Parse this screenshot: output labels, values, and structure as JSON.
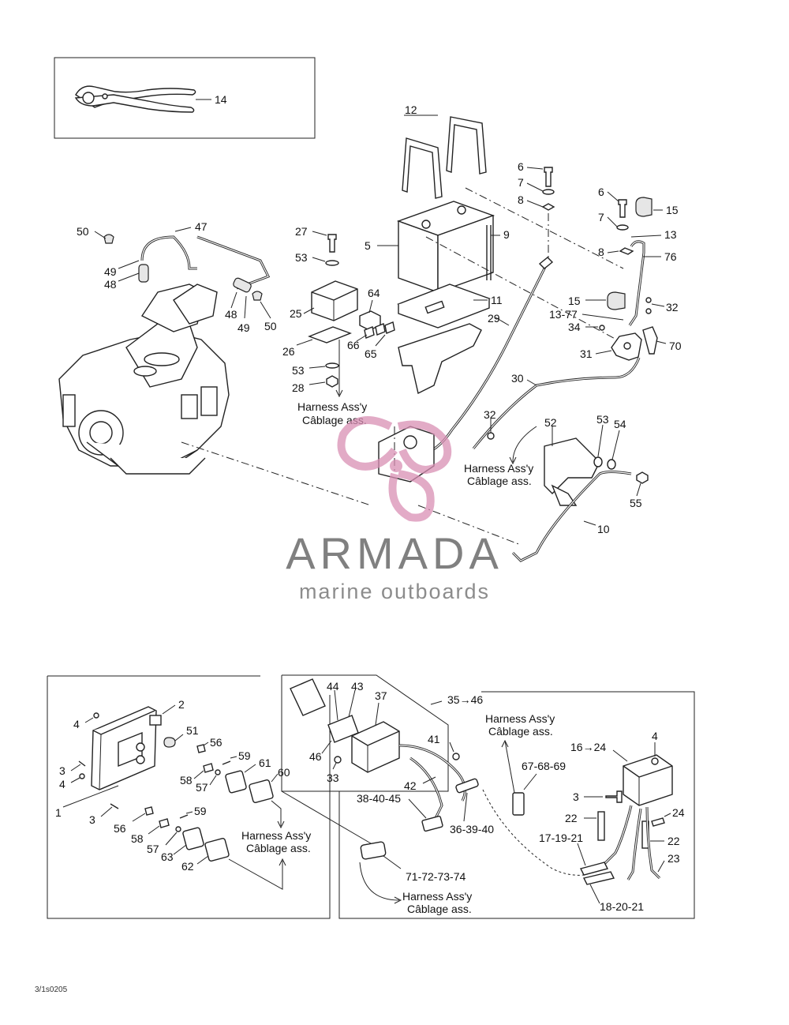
{
  "brand": {
    "name": "ARMADA",
    "tagline": "marine outboards",
    "logo_color": "#d98fb4"
  },
  "drawing_number": "3/1s0205",
  "notes": {
    "harness_en": "Harness Ass'y",
    "harness_fr": "Câblage ass."
  },
  "callouts": {
    "c14": "14",
    "c12": "12",
    "c6a": "6",
    "c7a": "7",
    "c8a": "8",
    "c6b": "6",
    "c7b": "7",
    "c15a": "15",
    "c13": "13",
    "c8b": "8",
    "c76": "76",
    "c5": "5",
    "c9": "9",
    "c50a": "50",
    "c47": "47",
    "c27": "27",
    "c53a": "53",
    "c49a": "49",
    "c48a": "48",
    "c64": "64",
    "c11": "11",
    "c25": "25",
    "c48b": "48",
    "c49b": "49",
    "c50b": "50",
    "c29": "29",
    "c15b": "15",
    "c1377": "13-77",
    "c32a": "32",
    "c34": "34",
    "c31": "31",
    "c70": "70",
    "c66": "66",
    "c26": "26",
    "c65": "65",
    "c53b": "53",
    "c28": "28",
    "c30": "30",
    "c32b": "32",
    "c52": "52",
    "c53c": "53",
    "c54": "54",
    "c55": "55",
    "c10": "10",
    "c2": "2",
    "c4a": "4",
    "c51": "51",
    "c56a": "56",
    "c59a": "59",
    "c61": "61",
    "c60": "60",
    "c3a": "3",
    "c4b": "4",
    "c58a": "58",
    "c57a": "57",
    "c1": "1",
    "c3b": "3",
    "c56b": "56",
    "c59b": "59",
    "c58b": "58",
    "c57b": "57",
    "c63": "63",
    "c62": "62",
    "c44": "44",
    "c43": "43",
    "c37": "37",
    "c3546": "35→46",
    "c41": "41",
    "c46": "46",
    "c33": "33",
    "c42": "42",
    "c384045": "38-40-45",
    "c363940": "36-39-40",
    "c71727374": "71-72-73-74",
    "c676869": "67-68-69",
    "c1624": "16→24",
    "c4c": "4",
    "c3c": "3",
    "c22a": "22",
    "c24": "24",
    "c171921": "17-19-21",
    "c22b": "22",
    "c23": "23",
    "c182021": "18-20-21"
  }
}
